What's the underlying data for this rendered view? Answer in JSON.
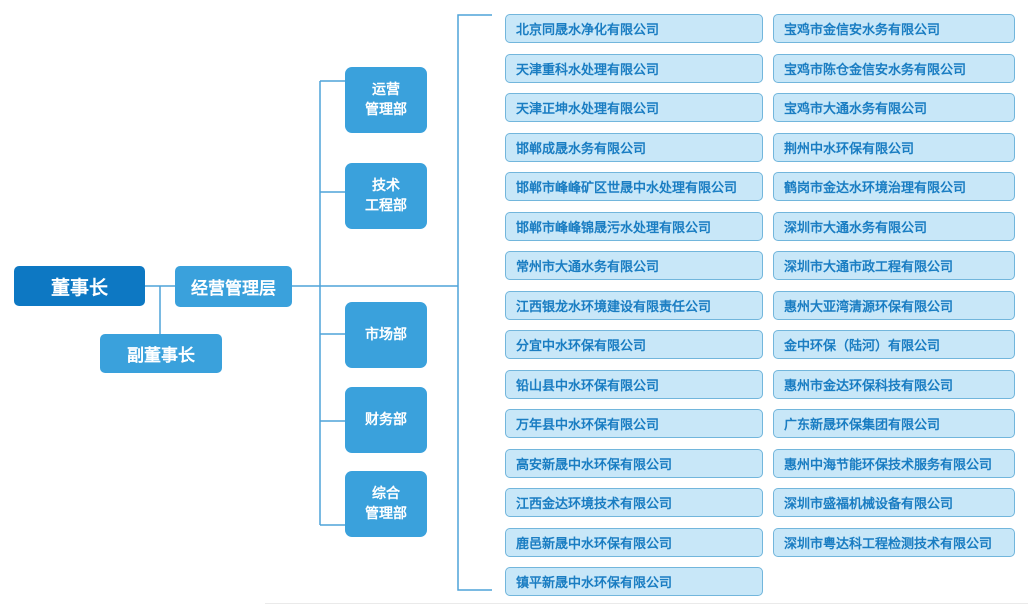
{
  "diagram": {
    "chairman": "董事长",
    "vice_chairman": "副董事长",
    "management": "经营管理层",
    "departments": [
      {
        "name": "运营管理部",
        "lines": [
          "运营",
          "管理部"
        ]
      },
      {
        "name": "技术工程部",
        "lines": [
          "技术",
          "工程部"
        ]
      },
      {
        "name": "市场部",
        "lines": [
          "市场部"
        ]
      },
      {
        "name": "财务部",
        "lines": [
          "财务部"
        ]
      },
      {
        "name": "综合管理部",
        "lines": [
          "综合",
          "管理部"
        ]
      }
    ],
    "subsidiaries_left": [
      "北京同晟水净化有限公司",
      "天津重科水处理有限公司",
      "天津正坤水处理有限公司",
      "邯郸成晟水务有限公司",
      "邯郸市峰峰矿区世晟中水处理有限公司",
      "邯郸市峰峰锦晟污水处理有限公司",
      "常州市大通水务有限公司",
      "江西银龙水环境建设有限责任公司",
      "分宜中水环保有限公司",
      "铅山县中水环保有限公司",
      "万年县中水环保有限公司",
      "高安新晟中水环保有限公司",
      "江西金达环境技术有限公司",
      "鹿邑新晟中水环保有限公司",
      "镇平新晟中水环保有限公司"
    ],
    "subsidiaries_right": [
      "宝鸡市金信安水务有限公司",
      "宝鸡市陈仓金信安水务有限公司",
      "宝鸡市大通水务有限公司",
      "荆州中水环保有限公司",
      "鹤岗市金达水环境治理有限公司",
      "深圳市大通水务有限公司",
      "深圳市大通市政工程有限公司",
      "惠州大亚湾清源环保有限公司",
      "金中环保（陆河）有限公司",
      "惠州市金达环保科技有限公司",
      "广东新晟环保集团有限公司",
      "惠州中海节能环保技术服务有限公司",
      "深圳市盛福机械设备有限公司",
      "深圳市粤达科工程检测技术有限公司"
    ]
  },
  "colors": {
    "chairman_fill": "#0d78c3",
    "node_fill": "#3aa1dc",
    "connector": "#4fa3d9",
    "subsidiary_fill": "#c8e7f8",
    "subsidiary_border": "#72b6dc",
    "subsidiary_text": "#1a7dc2"
  }
}
